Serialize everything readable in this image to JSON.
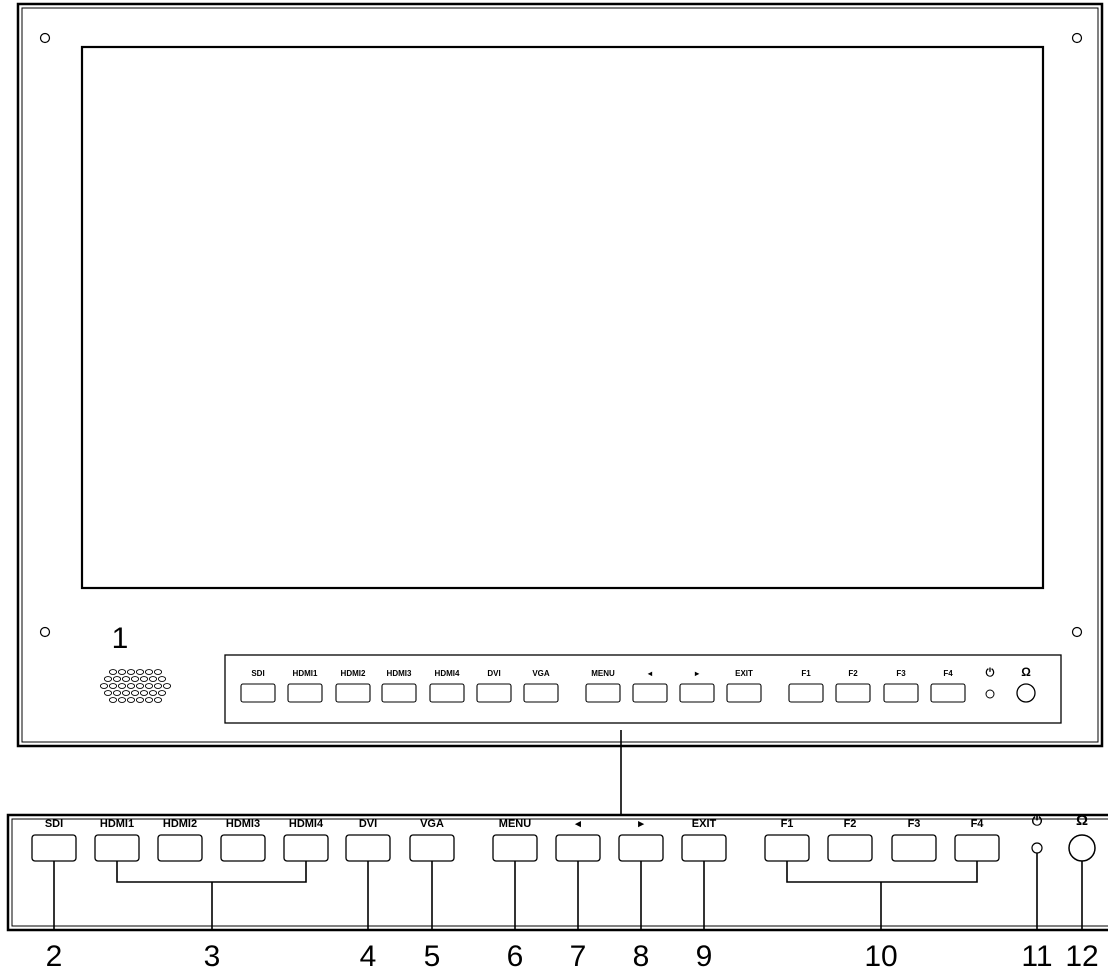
{
  "monitor": {
    "buttons": [
      "SDI",
      "HDMI1",
      "HDMI2",
      "HDMI3",
      "HDMI4",
      "DVI",
      "VGA",
      "MENU",
      "◂",
      "▸",
      "EXIT",
      "F1",
      "F2",
      "F3",
      "F4"
    ],
    "power_symbol": "⏻",
    "headphone_symbol": "Ω",
    "speaker_callout": "1"
  },
  "panel": {
    "buttons": [
      "SDI",
      "HDMI1",
      "HDMI2",
      "HDMI3",
      "HDMI4",
      "DVI",
      "VGA",
      "MENU",
      "◂",
      "▸",
      "EXIT",
      "F1",
      "F2",
      "F3",
      "F4"
    ],
    "power_symbol": "⏻",
    "headphone_symbol": "Ω",
    "callouts": [
      "2",
      "3",
      "4",
      "5",
      "6",
      "7",
      "8",
      "9",
      "10",
      "11",
      "12"
    ]
  },
  "icons": {
    "speaker": "speaker-grille-icon",
    "power": "power-icon",
    "headphone": "headphone-jack-icon"
  }
}
